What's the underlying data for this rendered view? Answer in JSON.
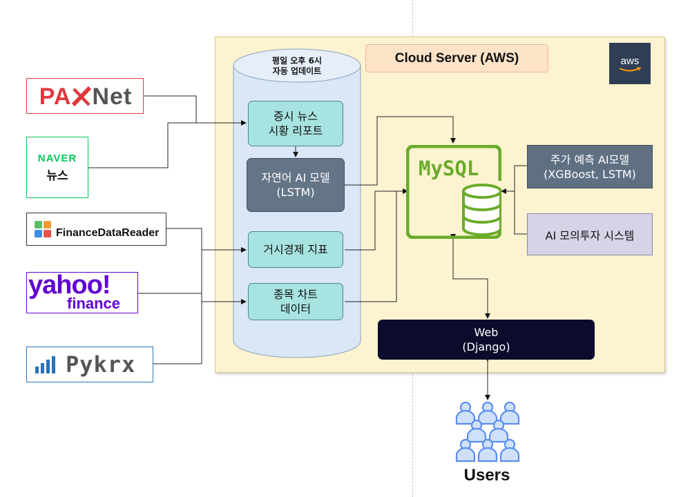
{
  "cloud": {
    "title": "Cloud Server (AWS)",
    "badge": "aws"
  },
  "pipeline": {
    "schedule_line1": "평일 오후 6시",
    "schedule_line2": "자동 업데이트",
    "news_line1": "증시 뉴스",
    "news_line2": "시황 리포트",
    "nlp_line1": "자연어 AI 모델",
    "nlp_line2": "(LSTM)",
    "macro": "거시경제 지표",
    "chart_line1": "종목 차트",
    "chart_line2": "데이터"
  },
  "database": {
    "label": "MySQL"
  },
  "services": {
    "predict_line1": "주가 예측 AI모델",
    "predict_line2": "(XGBoost, LSTM)",
    "sim": "AI 모의투자 시스템"
  },
  "web": {
    "line1": "Web",
    "line2": "(Django)"
  },
  "users": {
    "label": "Users"
  },
  "sources": {
    "paxnet_a": "PA",
    "paxnet_b": "Net",
    "naver_brand": "NAVER",
    "naver_sub": "뉴스",
    "fdr": "FinanceDataReader",
    "yahoo_a": "yahoo!",
    "yahoo_b": "finance",
    "pykrx": "Pykrx"
  },
  "colors": {
    "panel": "#fdf3d0",
    "teal_node": "#a7e3e0",
    "mysql_green": "#6aab2b",
    "web_bg": "#0c0b2c",
    "users_blue": "#5b8def",
    "paxnet_red": "#e0393e",
    "naver_green": "#03c75a",
    "yahoo_purple": "#6001d2"
  }
}
